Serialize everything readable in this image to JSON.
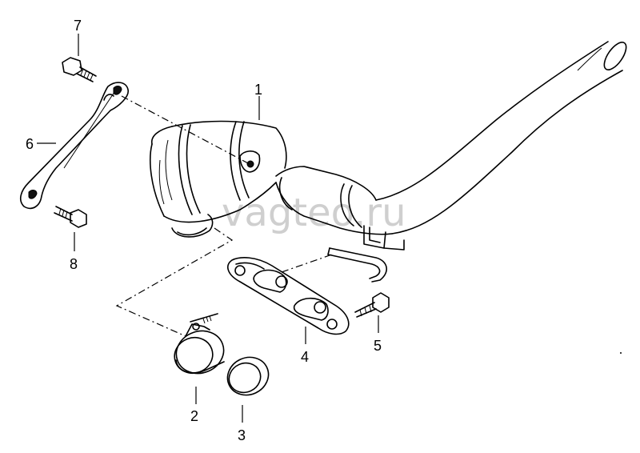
{
  "watermark": "vagteo.ru",
  "callouts": [
    {
      "id": "1",
      "label": "1"
    },
    {
      "id": "2",
      "label": "2"
    },
    {
      "id": "3",
      "label": "3"
    },
    {
      "id": "4",
      "label": "4"
    },
    {
      "id": "5",
      "label": "5"
    },
    {
      "id": "6",
      "label": "6"
    },
    {
      "id": "7",
      "label": "7"
    },
    {
      "id": "8",
      "label": "8"
    }
  ]
}
